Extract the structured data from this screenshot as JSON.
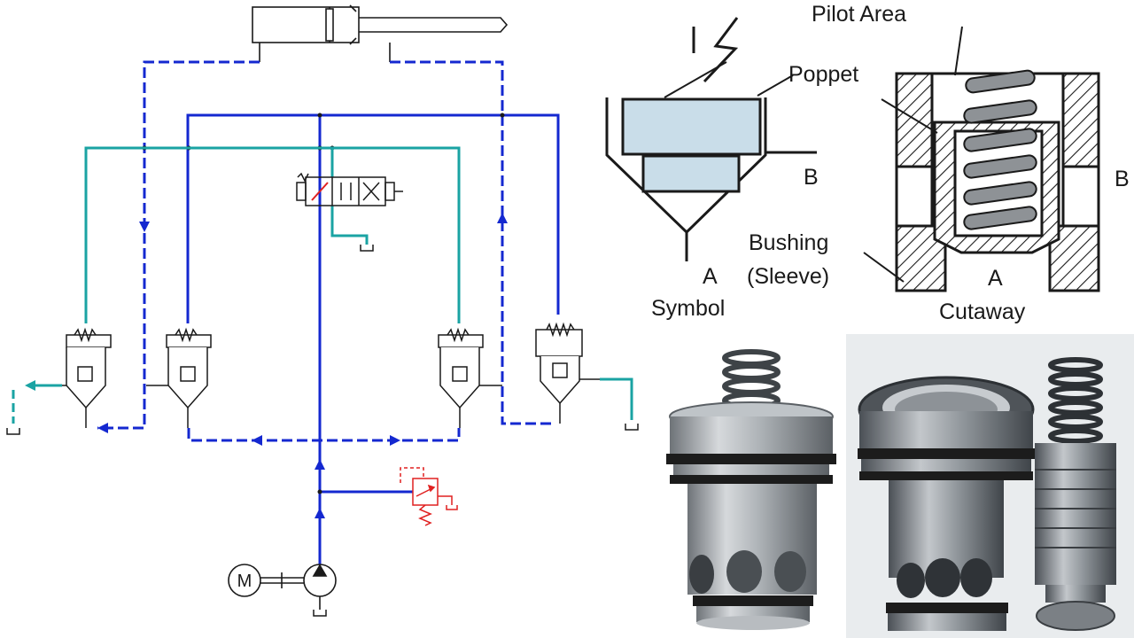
{
  "colors": {
    "pressure_line": "#1428d0",
    "tank_line": "#1aa3a3",
    "relief_valve": "#e02020",
    "ink": "#1a1a1a",
    "poppet_fill": "#c9dde9",
    "photo_bg_right": "#e9ecee",
    "metal_light": "#cfd3d6",
    "metal_dark": "#5b6065"
  },
  "circuit": {
    "motor_symbol": "M",
    "lines": [
      "pressure",
      "tank",
      "pilot"
    ],
    "components": [
      "hydraulic-cylinder",
      "directional-valve",
      "cartridge-valve",
      "cartridge-valve",
      "cartridge-valve",
      "cartridge-valve",
      "relief-valve",
      "pump",
      "electric-motor"
    ]
  },
  "cartridge_drawing": {
    "pilot_area": "Pilot Area",
    "poppet": "Poppet",
    "port_b_symbol": "B",
    "port_a_symbol": "A",
    "symbol_caption": "Symbol",
    "bushing": "Bushing",
    "sleeve": "(Sleeve)",
    "port_a_cutaway": "A",
    "cutaway_caption": "Cutaway",
    "port_b_cutaway": "B"
  },
  "photos": {
    "left": {
      "subject": "cartridge-valve-assembled"
    },
    "right": {
      "subject": "cartridge-valve-disassembled"
    }
  }
}
